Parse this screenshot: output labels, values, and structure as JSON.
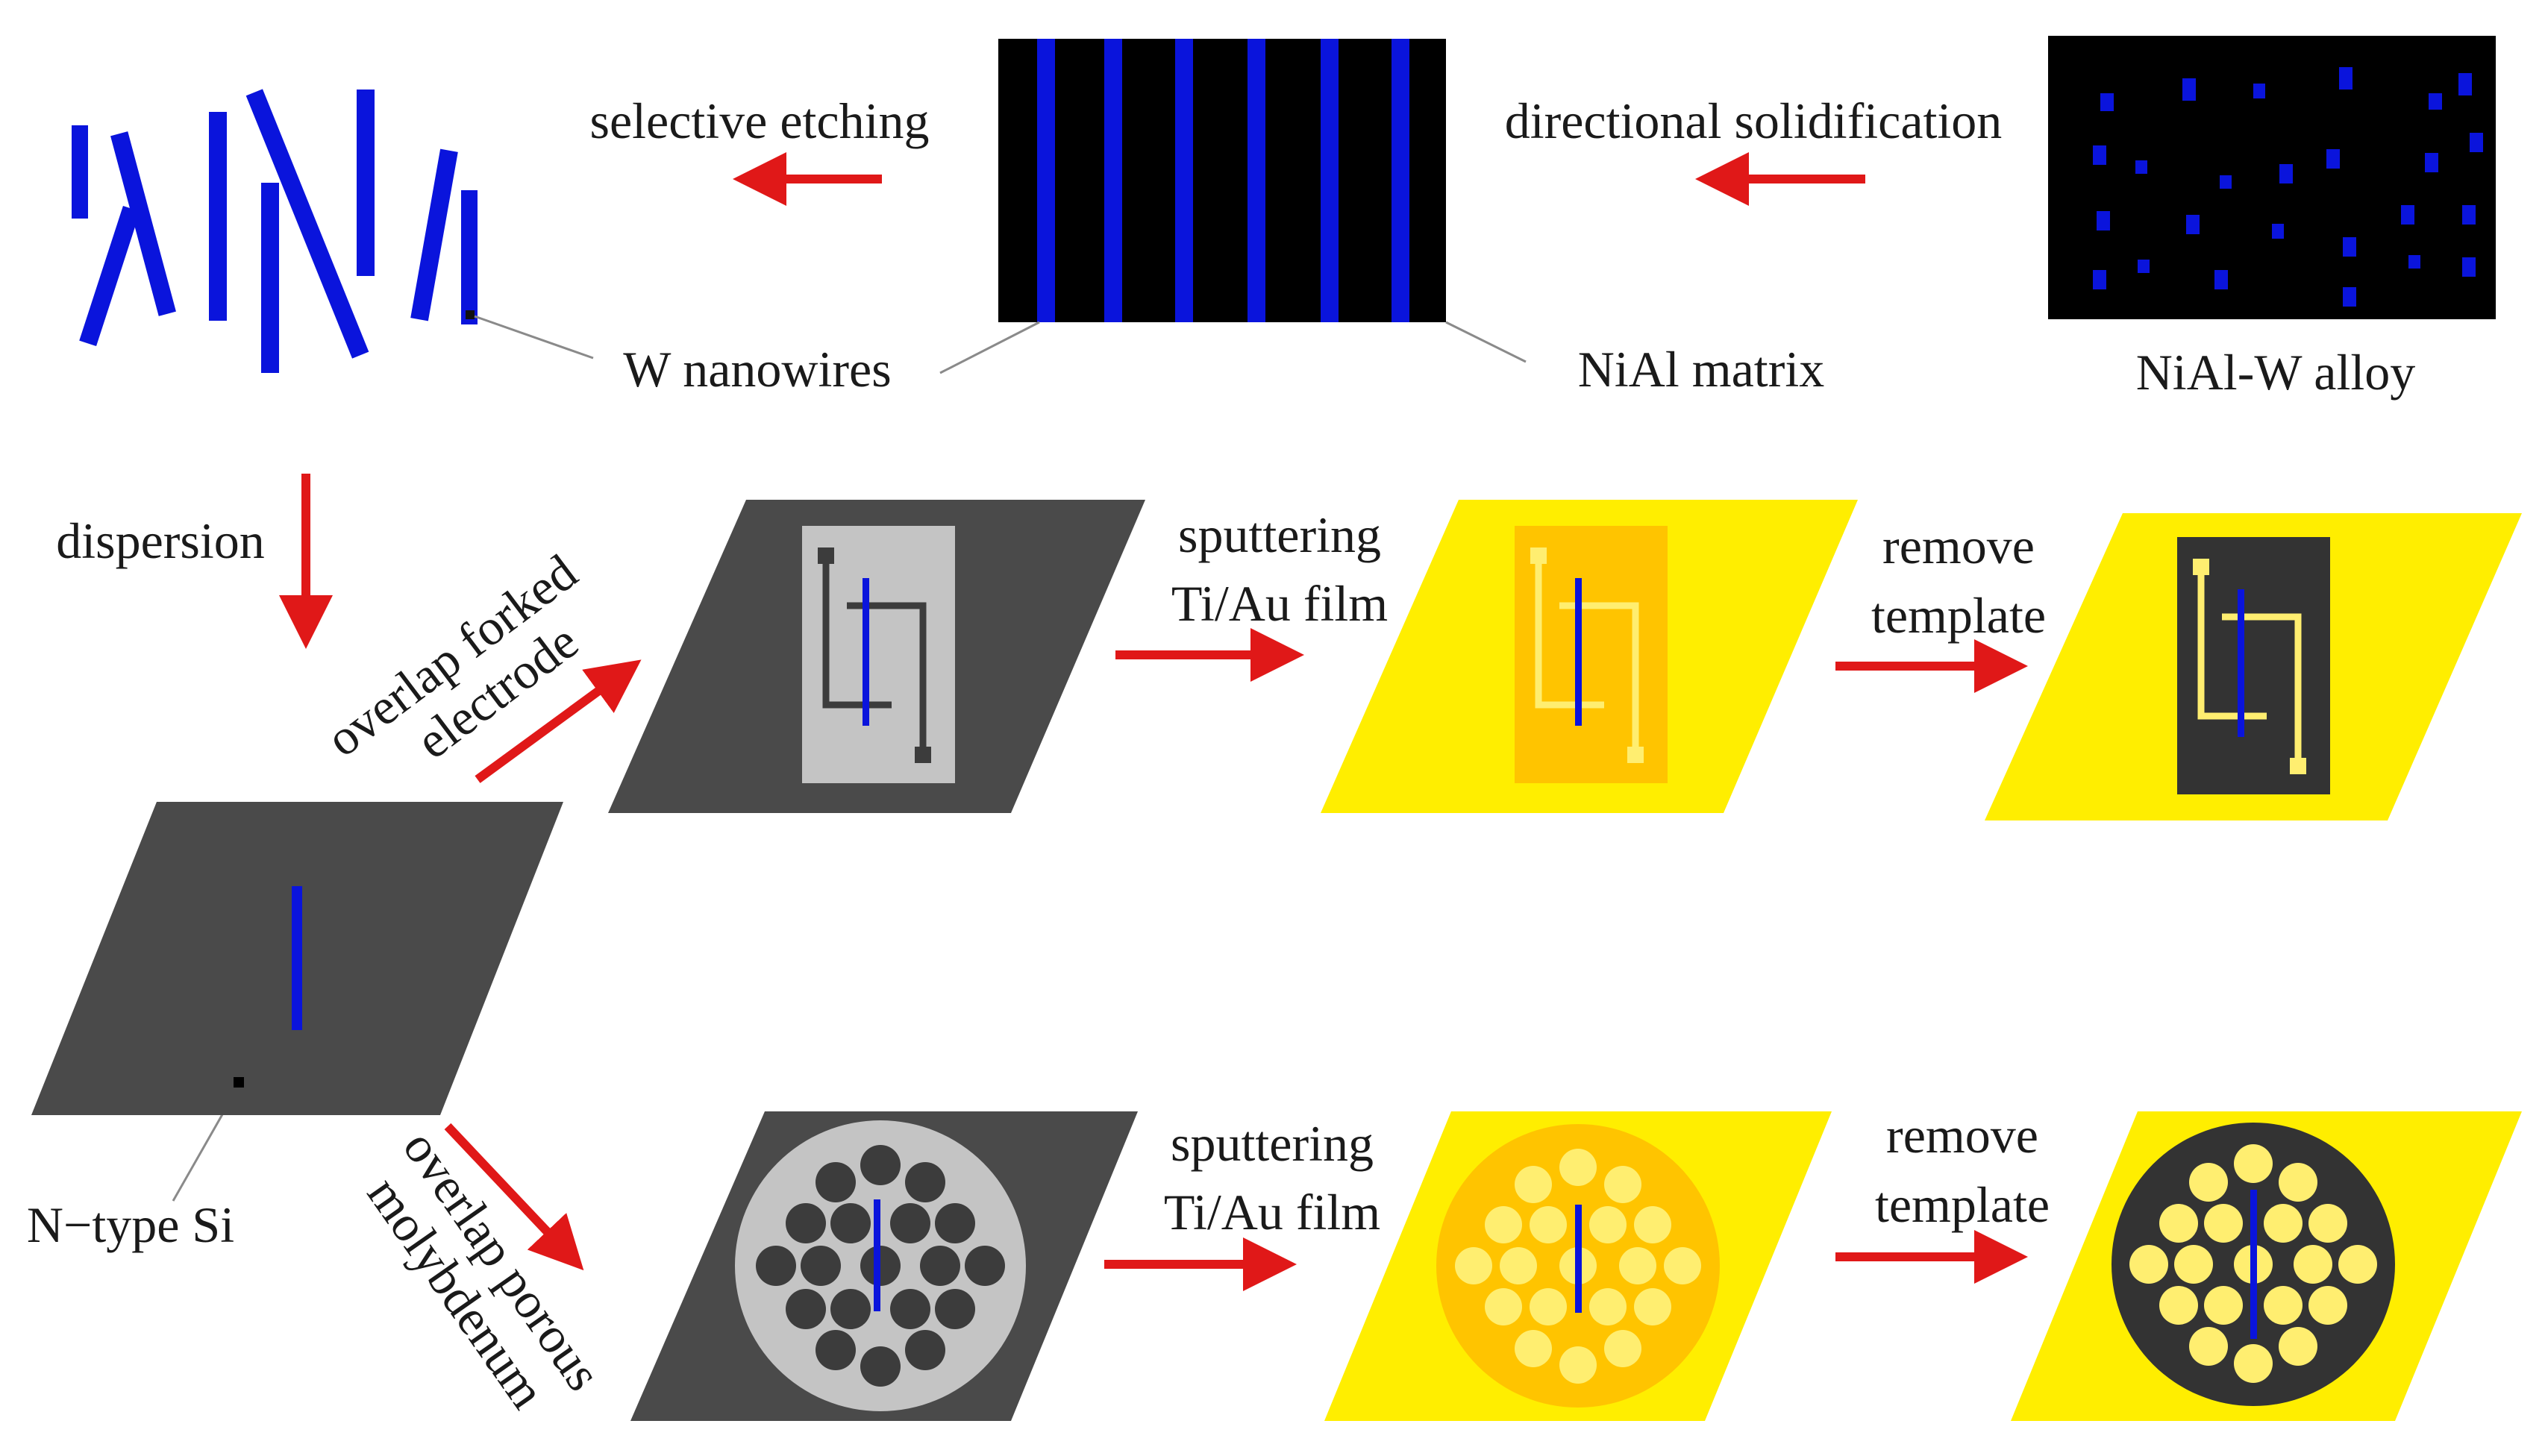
{
  "labels": {
    "w_nanowires": "W nanowires",
    "nial_matrix": "NiAl matrix",
    "nial_w_alloy": "NiAl-W alloy",
    "n_type_si": "N−type Si"
  },
  "steps": {
    "selective_etching": "selective etching",
    "directional_solidification": "directional solidification",
    "dispersion": "dispersion",
    "overlap_forked_1": "overlap forked",
    "overlap_forked_2": "electrode",
    "sputtering_top_1": "sputtering",
    "sputtering_top_2": "Ti/Au film",
    "remove_top_1": "remove",
    "remove_top_2": "template",
    "overlap_porous_1": "overlap porous",
    "overlap_porous_2": "molybdenum",
    "sputtering_bottom_1": "sputtering",
    "sputtering_bottom_2": "Ti/Au film",
    "remove_bottom_1": "remove",
    "remove_bottom_2": "template"
  },
  "colors": {
    "nanowire_blue": "#0a14dc",
    "arrow_red": "#e01818",
    "substrate_gray": "#4a4a4a",
    "template_light_gray": "#c4c4c4",
    "electrode_dark_gray": "#3c3c3c",
    "gold_yellow": "#ffee00",
    "gold_orange": "#ffc400",
    "gold_light": "#ffee70",
    "matrix_black": "#000000"
  }
}
